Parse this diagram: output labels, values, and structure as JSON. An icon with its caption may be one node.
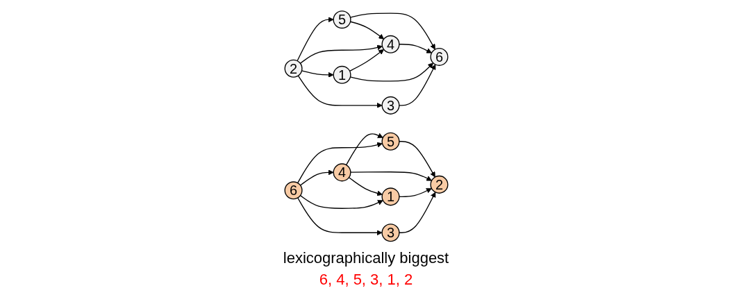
{
  "diagram": {
    "nodes": [
      {
        "text": [
          "4"
        ]
      },
      {
        "text": [
          "5"
        ]
      },
      {
        "text": [
          "2"
        ]
      },
      {
        "text": [
          "1"
        ]
      },
      {
        "text": [
          "6"
        ]
      },
      {
        "text": [
          "3"
        ]
      },
      {
        "text": [
          "4"
        ]
      },
      {
        "text": [
          "5"
        ]
      },
      {
        "text": [
          "2"
        ]
      },
      {
        "text": [
          "1"
        ]
      },
      {
        "text": [
          "6"
        ]
      },
      {
        "text": [
          "3"
        ]
      }
    ],
    "edges": [
      {
        "from": 2,
        "to": 1,
        "arrow": "to"
      },
      {
        "from": 1,
        "to": 0,
        "arrow": "to"
      },
      {
        "from": 1,
        "to": 4,
        "arrow": "to"
      },
      {
        "from": 2,
        "to": 0,
        "arrow": "to"
      },
      {
        "from": 0,
        "to": 4,
        "arrow": "to"
      },
      {
        "from": 3,
        "to": 0,
        "arrow": "to"
      },
      {
        "from": 2,
        "to": 3,
        "arrow": "to"
      },
      {
        "from": 3,
        "to": 4,
        "arrow": "to"
      },
      {
        "from": 2,
        "to": 5,
        "arrow": "to"
      },
      {
        "from": 5,
        "to": 4,
        "arrow": "to"
      },
      {
        "from": 7,
        "to": 8,
        "arrow": "to"
      },
      {
        "from": 6,
        "to": 7,
        "arrow": "to"
      },
      {
        "from": 6,
        "to": 8,
        "arrow": "to"
      },
      {
        "from": 6,
        "to": 9,
        "arrow": "to"
      },
      {
        "from": 10,
        "to": 7,
        "arrow": "to"
      },
      {
        "from": 10,
        "to": 6,
        "arrow": "to"
      },
      {
        "from": 9,
        "to": 8,
        "arrow": "to"
      },
      {
        "from": 10,
        "to": 9,
        "arrow": "to"
      },
      {
        "from": 10,
        "to": 11,
        "arrow": "to"
      },
      {
        "from": 11,
        "to": 8,
        "arrow": "to"
      }
    ],
    "labels": [
      "lexicographically biggest",
      "6, 4, 5, 3, 1, 2"
    ]
  }
}
